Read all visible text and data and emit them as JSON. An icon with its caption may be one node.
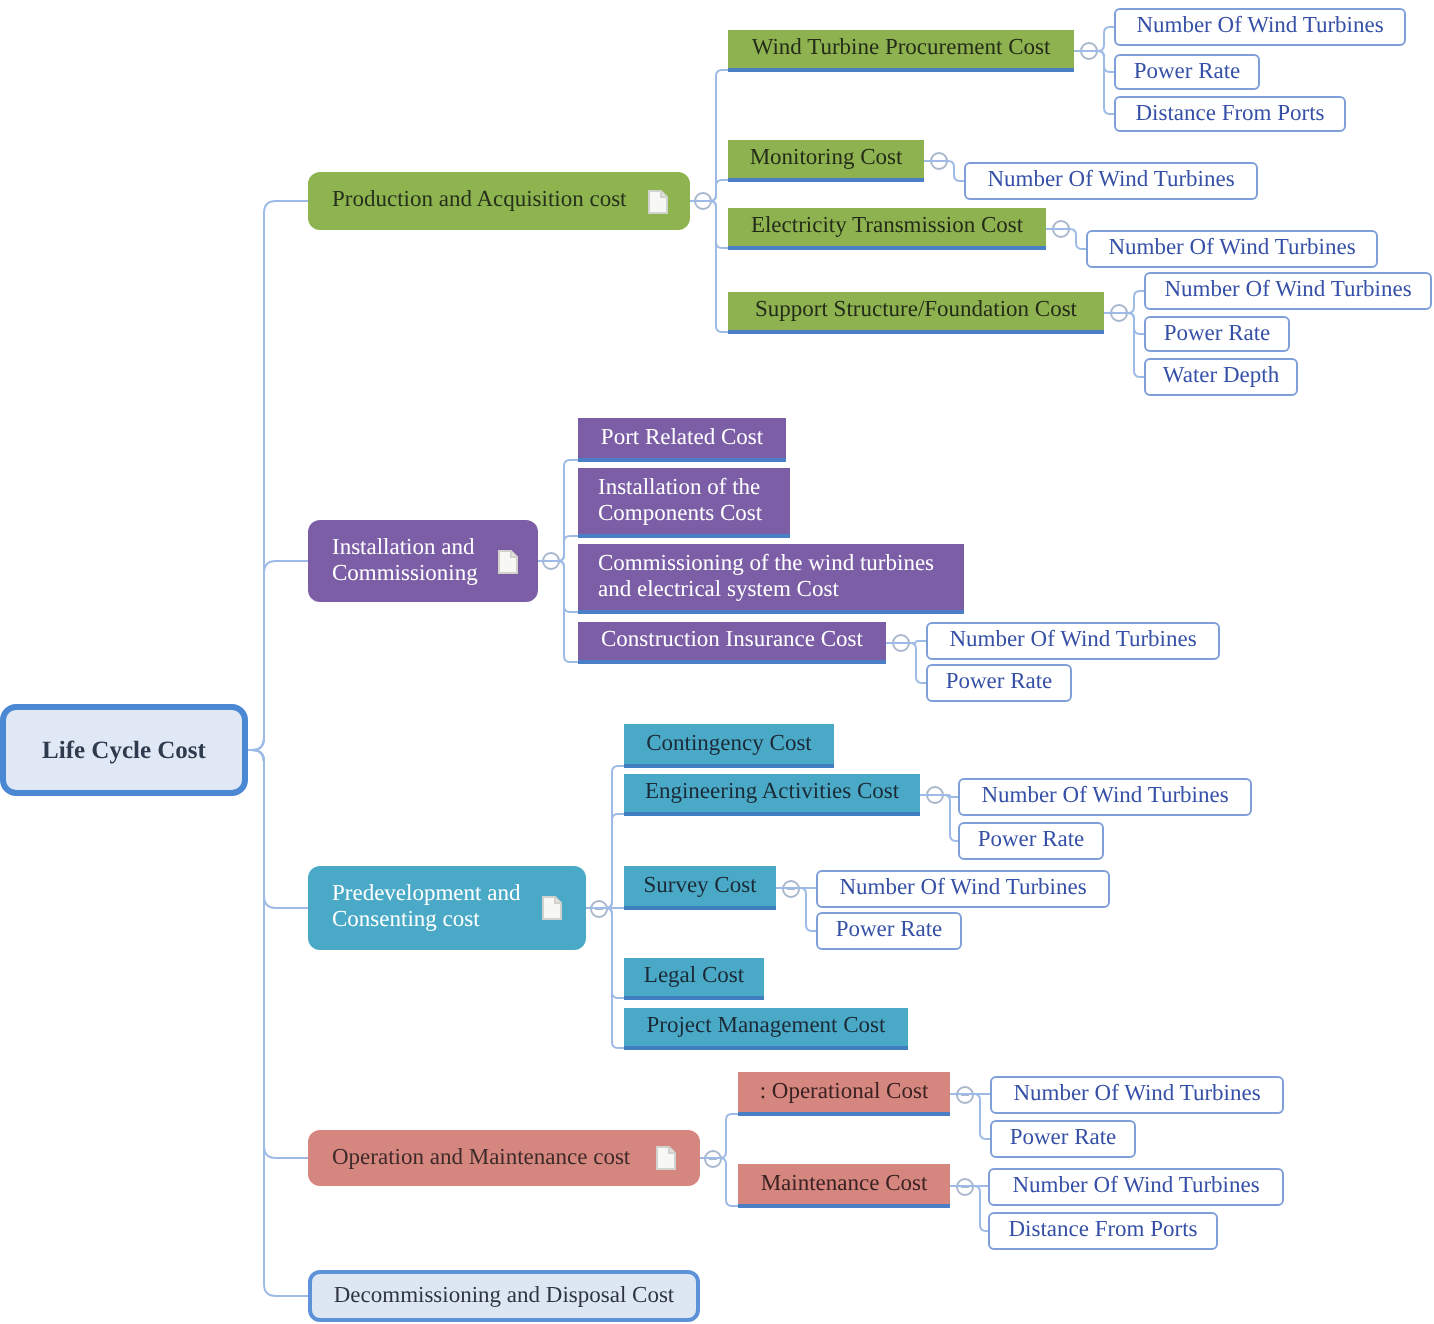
{
  "diagram": {
    "nodes": [
      {
        "text": [
          "Life Cycle Cost"
        ]
      },
      {
        "text": [
          "Production and Acquisition cost"
        ]
      },
      {
        "text": [
          "Wind Turbine Procurement Cost"
        ]
      },
      {
        "text": [
          "Number Of Wind Turbines"
        ]
      },
      {
        "text": [
          "Power Rate"
        ]
      },
      {
        "text": [
          "Distance From Ports"
        ]
      },
      {
        "text": [
          "Monitoring Cost"
        ]
      },
      {
        "text": [
          "Number Of Wind Turbines"
        ]
      },
      {
        "text": [
          "Electricity Transmission Cost"
        ]
      },
      {
        "text": [
          "Number Of Wind Turbines"
        ]
      },
      {
        "text": [
          "Support Structure/Foundation Cost"
        ]
      },
      {
        "text": [
          "Number Of Wind Turbines"
        ]
      },
      {
        "text": [
          "Power Rate"
        ]
      },
      {
        "text": [
          "Water Depth"
        ]
      },
      {
        "text": [
          "Installation and Commissioning"
        ]
      },
      {
        "text": [
          "Port Related Cost"
        ]
      },
      {
        "text": [
          "Installation of the Components Cost"
        ]
      },
      {
        "text": [
          "Commissioning of the wind turbines and electrical system Cost"
        ]
      },
      {
        "text": [
          "Construction Insurance Cost"
        ]
      },
      {
        "text": [
          "Number Of Wind Turbines"
        ]
      },
      {
        "text": [
          "Power Rate"
        ]
      },
      {
        "text": [
          "Predevelopment and Consenting cost"
        ]
      },
      {
        "text": [
          "Contingency Cost"
        ]
      },
      {
        "text": [
          "Engineering Activities Cost"
        ]
      },
      {
        "text": [
          "Number Of Wind Turbines"
        ]
      },
      {
        "text": [
          "Power Rate"
        ]
      },
      {
        "text": [
          "Survey Cost"
        ]
      },
      {
        "text": [
          "Number Of Wind Turbines"
        ]
      },
      {
        "text": [
          "Power Rate"
        ]
      },
      {
        "text": [
          "Legal Cost"
        ]
      },
      {
        "text": [
          "Project Management Cost"
        ]
      },
      {
        "text": [
          "Operation and Maintenance cost"
        ]
      },
      {
        "text": [
          ": Operational Cost"
        ]
      },
      {
        "text": [
          "Number Of Wind Turbines"
        ]
      },
      {
        "text": [
          "Power Rate"
        ]
      },
      {
        "text": [
          "Maintenance Cost"
        ]
      },
      {
        "text": [
          "Number Of Wind Turbines"
        ]
      },
      {
        "text": [
          "Distance From Ports"
        ]
      },
      {
        "text": [
          "Decommissioning and Disposal Cost"
        ]
      }
    ],
    "edges": [
      {
        "from": 0,
        "to": 1,
        "arrow": "none"
      },
      {
        "from": 0,
        "to": 14,
        "arrow": "none"
      },
      {
        "from": 0,
        "to": 21,
        "arrow": "none"
      },
      {
        "from": 0,
        "to": 31,
        "arrow": "none"
      },
      {
        "from": 0,
        "to": 38,
        "arrow": "none"
      },
      {
        "from": 1,
        "to": 2,
        "arrow": "none"
      },
      {
        "from": 1,
        "to": 6,
        "arrow": "none"
      },
      {
        "from": 1,
        "to": 8,
        "arrow": "none"
      },
      {
        "from": 1,
        "to": 10,
        "arrow": "none"
      },
      {
        "from": 2,
        "to": 3,
        "arrow": "none"
      },
      {
        "from": 2,
        "to": 4,
        "arrow": "none"
      },
      {
        "from": 2,
        "to": 5,
        "arrow": "none"
      },
      {
        "from": 6,
        "to": 7,
        "arrow": "none"
      },
      {
        "from": 8,
        "to": 9,
        "arrow": "none"
      },
      {
        "from": 10,
        "to": 11,
        "arrow": "none"
      },
      {
        "from": 10,
        "to": 12,
        "arrow": "none"
      },
      {
        "from": 10,
        "to": 13,
        "arrow": "none"
      },
      {
        "from": 14,
        "to": 15,
        "arrow": "none"
      },
      {
        "from": 14,
        "to": 16,
        "arrow": "none"
      },
      {
        "from": 14,
        "to": 17,
        "arrow": "none"
      },
      {
        "from": 14,
        "to": 18,
        "arrow": "none"
      },
      {
        "from": 18,
        "to": 19,
        "arrow": "none"
      },
      {
        "from": 18,
        "to": 20,
        "arrow": "none"
      },
      {
        "from": 21,
        "to": 22,
        "arrow": "none"
      },
      {
        "from": 21,
        "to": 23,
        "arrow": "none"
      },
      {
        "from": 21,
        "to": 26,
        "arrow": "none"
      },
      {
        "from": 21,
        "to": 29,
        "arrow": "none"
      },
      {
        "from": 21,
        "to": 30,
        "arrow": "none"
      },
      {
        "from": 23,
        "to": 24,
        "arrow": "none"
      },
      {
        "from": 23,
        "to": 25,
        "arrow": "none"
      },
      {
        "from": 26,
        "to": 27,
        "arrow": "none"
      },
      {
        "from": 26,
        "to": 28,
        "arrow": "none"
      },
      {
        "from": 31,
        "to": 32,
        "arrow": "none"
      },
      {
        "from": 31,
        "to": 35,
        "arrow": "none"
      },
      {
        "from": 32,
        "to": 33,
        "arrow": "none"
      },
      {
        "from": 32,
        "to": 34,
        "arrow": "none"
      },
      {
        "from": 35,
        "to": 36,
        "arrow": "none"
      },
      {
        "from": 35,
        "to": 37,
        "arrow": "none"
      }
    ]
  }
}
